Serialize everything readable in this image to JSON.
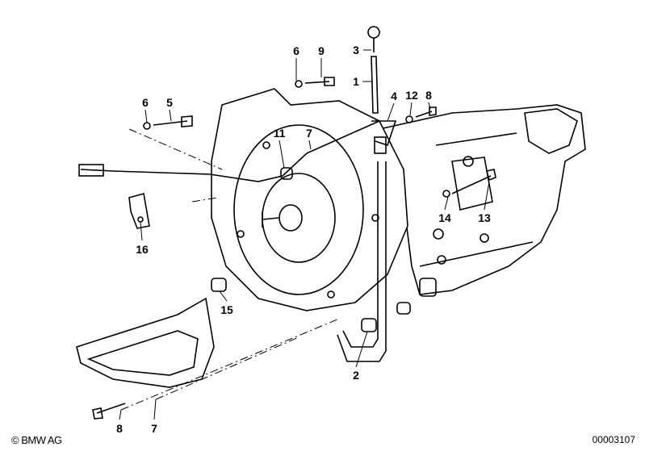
{
  "diagram": {
    "callouts": [
      "6",
      "9",
      "3",
      "1",
      "4",
      "12",
      "8",
      "6",
      "5",
      "11",
      "7",
      "14",
      "13",
      "16",
      "15",
      "2",
      "8",
      "7"
    ],
    "copyright": "© BMW AG",
    "document_number": "00003107"
  }
}
